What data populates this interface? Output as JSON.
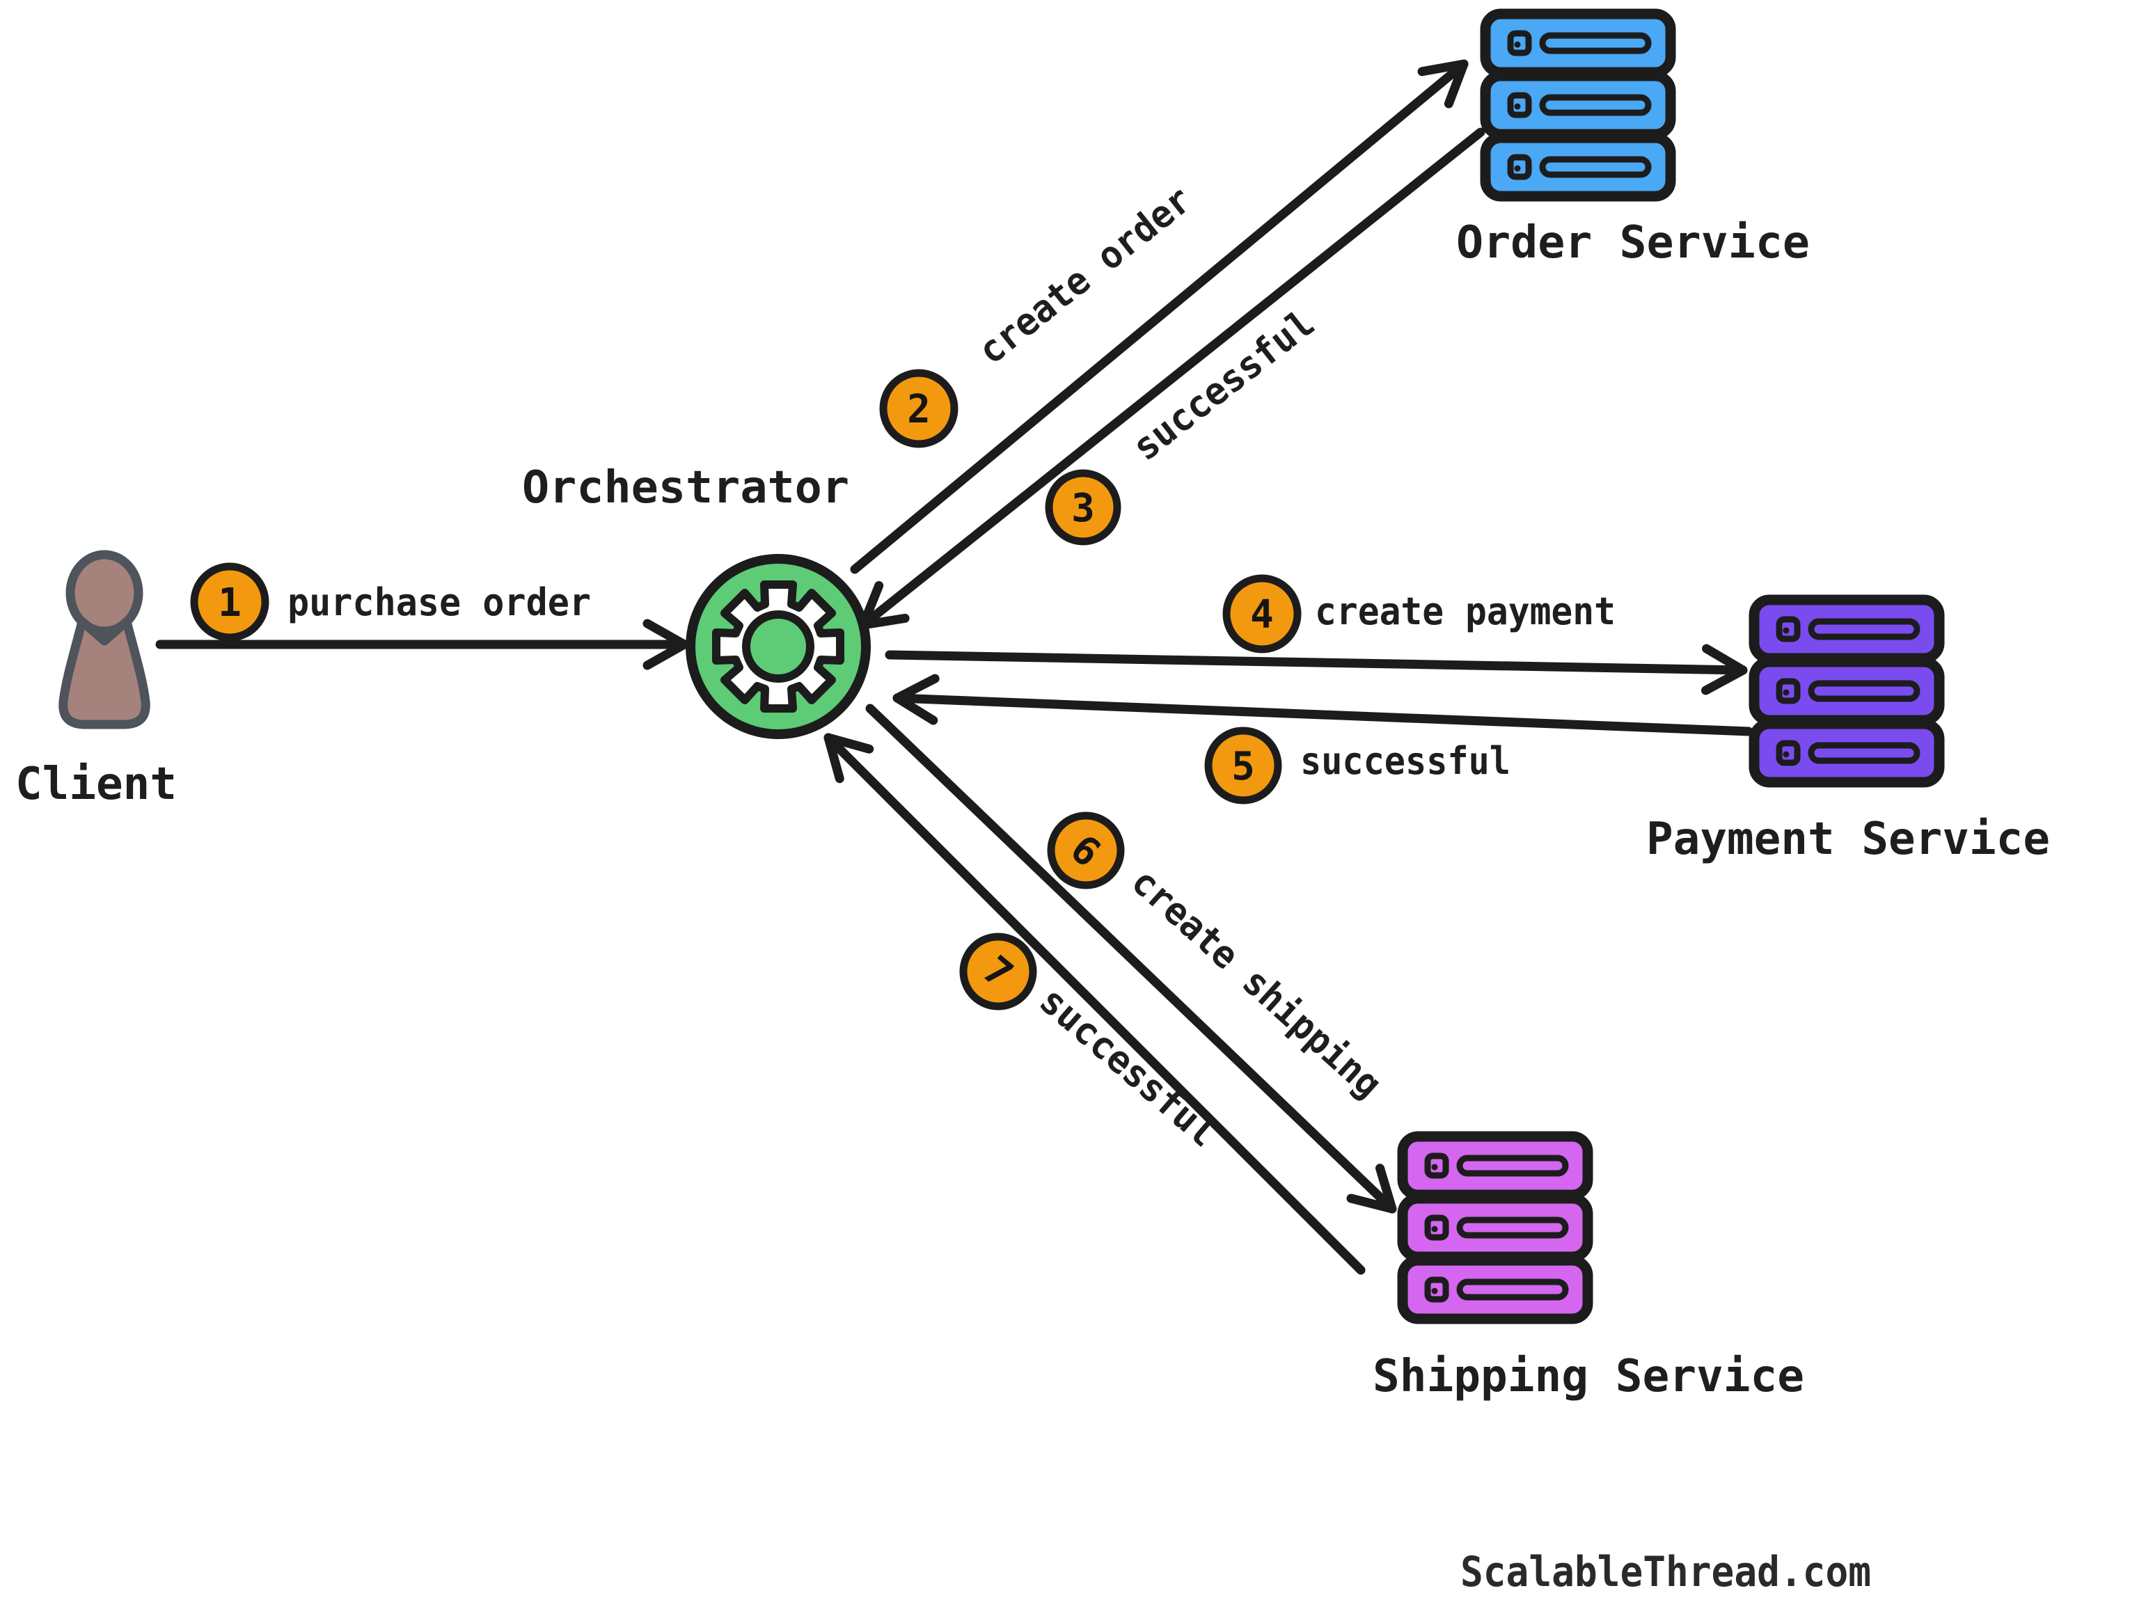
{
  "diagram": {
    "footer": "ScalableThread.com"
  },
  "nodes": {
    "client": {
      "label": "Client",
      "type": "person"
    },
    "orchestrator": {
      "label": "Orchestrator",
      "type": "gear"
    },
    "order": {
      "label": "Order Service",
      "type": "server-stack"
    },
    "payment": {
      "label": "Payment Service",
      "type": "server-stack"
    },
    "shipping": {
      "label": "Shipping Service",
      "type": "server-stack"
    }
  },
  "steps": [
    {
      "number": "1",
      "label": "purchase order",
      "from": "Client",
      "to": "Orchestrator"
    },
    {
      "number": "2",
      "label": "create order",
      "from": "Orchestrator",
      "to": "Order Service"
    },
    {
      "number": "3",
      "label": "successful",
      "from": "Order Service",
      "to": "Orchestrator"
    },
    {
      "number": "4",
      "label": "create payment",
      "from": "Orchestrator",
      "to": "Payment Service"
    },
    {
      "number": "5",
      "label": "successful",
      "from": "Payment Service",
      "to": "Orchestrator"
    },
    {
      "number": "6",
      "label": "create shipping",
      "from": "Orchestrator",
      "to": "Shipping Service"
    },
    {
      "number": "7",
      "label": "successful",
      "from": "Shipping Service",
      "to": "Orchestrator"
    }
  ],
  "colors": {
    "orchestrator_green": "#5ECB77",
    "order_blue": "#4AA8F5",
    "payment_purple": "#7A4CF0",
    "shipping_magenta": "#D466F0",
    "badge_orange": "#F2990F",
    "outline_black": "#1C1C1C",
    "person_brown": "#A5827B",
    "person_outline": "#4E535C"
  }
}
